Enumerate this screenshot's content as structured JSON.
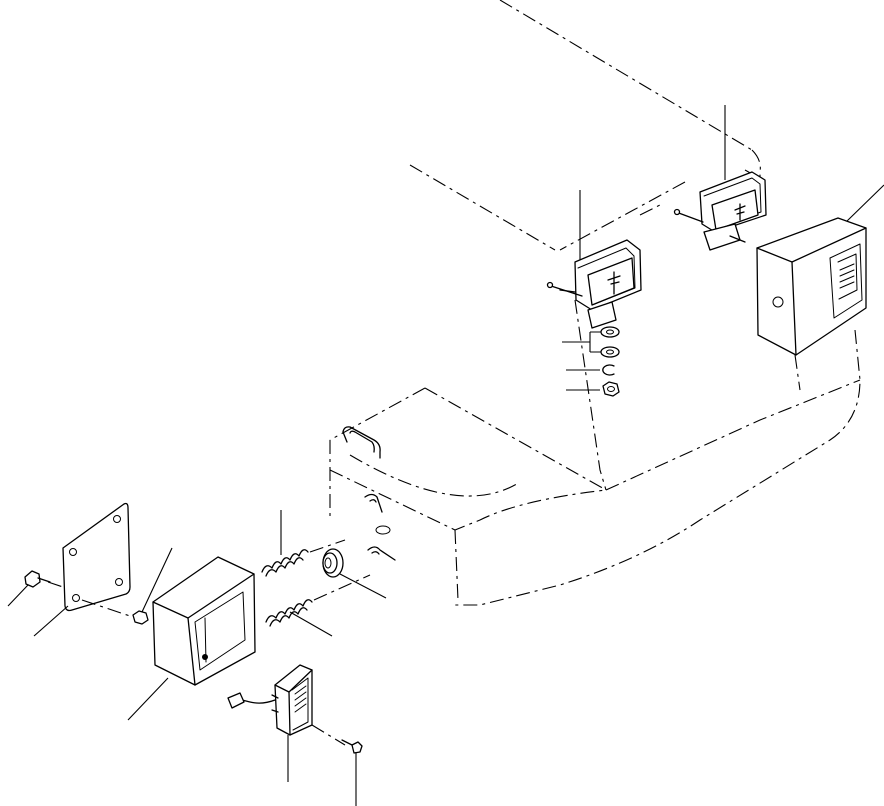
{
  "diagram": {
    "kind": "exploded-parts-view",
    "labels": [],
    "parts": [
      "counterweight-body",
      "work-lamp-left",
      "work-lamp-right",
      "flat-washer-1",
      "flat-washer-2",
      "spring-washer",
      "hex-nut",
      "rear-lamp-housing-right",
      "rear-lamp-housing-left",
      "cover-plate",
      "plate-bolt",
      "housing-nut",
      "coil-spring-upper",
      "coil-spring-lower",
      "rubber-grommet",
      "tail-lamp-unit",
      "lamp-screw"
    ]
  }
}
